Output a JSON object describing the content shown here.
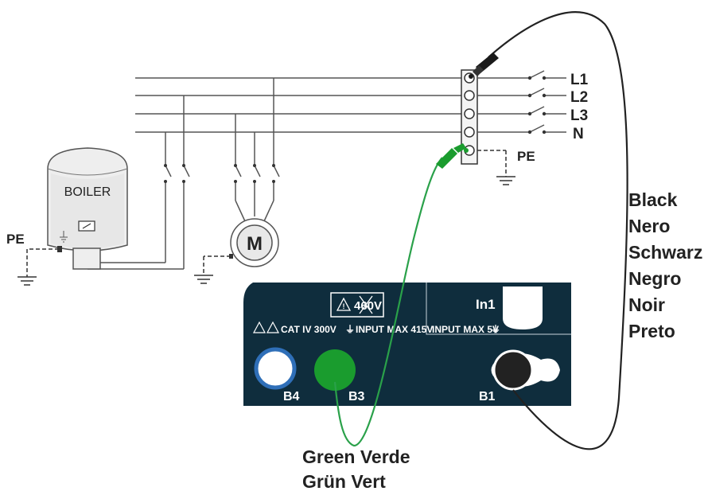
{
  "terminals": {
    "l1": "L1",
    "l2": "L2",
    "l3": "L3",
    "n": "N",
    "pe": "PE"
  },
  "boiler": {
    "label": "BOILER",
    "pe": "PE"
  },
  "motor": {
    "label": "M"
  },
  "instrument": {
    "voltage_badge": "460V",
    "cat_rating": "CAT IV 300V",
    "input_max_main": "INPUT MAX 415V",
    "input_max_aux": "INPUT MAX 5V",
    "in1": "In1",
    "b4": "B4",
    "b3": "B3",
    "b1": "B1"
  },
  "black_lead": {
    "lines": [
      "Black",
      "Nero",
      "Schwarz",
      "Negro",
      "Noir",
      "Preto"
    ]
  },
  "green_lead": {
    "lines": [
      "Green Verde",
      "Grün Vert"
    ]
  },
  "colors": {
    "panel": "#0f2d3d",
    "green_socket": "#1a9c2e",
    "green_wire": "#2aa14a",
    "blue_socket": "#2f6fb8",
    "wire": "#333333"
  }
}
